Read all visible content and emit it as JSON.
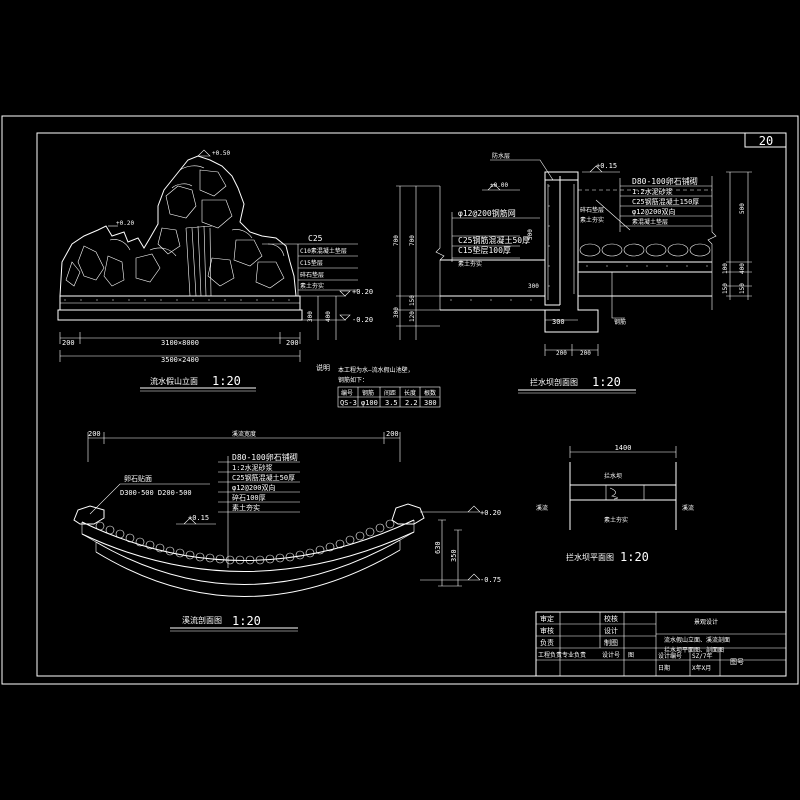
{
  "sheet": {
    "number": "20"
  },
  "rockery": {
    "title": "流水假山立面",
    "scale": "1:20",
    "top_level": "+0.50",
    "mid_level": "+0.20",
    "levels": [
      "+0.20",
      "-0.20"
    ],
    "vertical_dims": [
      "300",
      "400"
    ],
    "layers": [
      "C25",
      "C10素混凝土垫层",
      "C15垫层",
      "碎石垫层",
      "素土夯实"
    ],
    "dims_bottom": [
      "200",
      "3100×8000",
      "200"
    ],
    "dims_total": "3500×2400"
  },
  "note": {
    "label": "说明",
    "text1": "本工程为水—流水假山池壁，",
    "text2": "钢筋如下："
  },
  "rebar_table": {
    "headers": [
      "编号",
      "钢筋",
      "间距",
      "长度",
      "根数"
    ],
    "row": [
      "QS-3",
      "φ100",
      "3.5",
      "2.2",
      "380"
    ]
  },
  "pool_wall": {
    "title": "拦水坝剖面图",
    "scale": "1:20",
    "levels": [
      "+0.15",
      "±0.00"
    ],
    "left_dims": [
      "700",
      "300",
      "150",
      "120",
      "300"
    ],
    "right_dims": [
      "500",
      "400",
      "150",
      "100",
      "150"
    ],
    "layers": [
      "D80-100卵石铺砌",
      "1:2水泥砂浆",
      "C25钢筋混凝土150厚",
      "φ12@200双向",
      "素混凝土垫层",
      "碎石垫层",
      "素土夯实"
    ],
    "left_layers": [
      "φ12@200钢筋网",
      "C25钢筋混凝土50厚",
      "C15垫层100厚",
      "素土夯实"
    ],
    "labels": [
      "防水层",
      "300",
      "300",
      "200",
      "200",
      "500",
      "钢筋"
    ]
  },
  "stream": {
    "title": "溪流剖面图",
    "scale": "1:20",
    "top_dims": [
      "200",
      "溪流宽度",
      "200"
    ],
    "layers": [
      "D80-100卵石铺砌",
      "1:2水泥砂浆",
      "C25钢筋混凝土50厚",
      "φ12@200双向",
      "碎石100厚",
      "素土夯实"
    ],
    "side_label": "卵石贴面",
    "stone_label": "D300-500 D200-500",
    "levels": [
      "+0.15",
      "+0.20",
      "-0.75"
    ],
    "right_dims": [
      "630",
      "350"
    ]
  },
  "dam_plan": {
    "title": "拦水坝平面图",
    "scale": "1:20",
    "top_dim": "1400",
    "labels": [
      "拦水坝",
      "溪流",
      "溪流",
      "素土夯实"
    ]
  },
  "title_block": {
    "rows": [
      [
        "审定",
        "校核"
      ],
      [
        "审核",
        "设计"
      ],
      [
        "负责",
        "制图"
      ],
      [
        "工程负责",
        "专业负责",
        "设计号",
        "图"
      ]
    ],
    "project": "景观设计",
    "drawing_name_1": "流水假山立面、溪流剖面",
    "drawing_name_2": "拦水坝平面图、剖面图",
    "design_no_label": "设计编号",
    "design_no": "SZ/7年",
    "date_label": "日期",
    "date": "X年X月",
    "drawing_no_label": "图号"
  }
}
